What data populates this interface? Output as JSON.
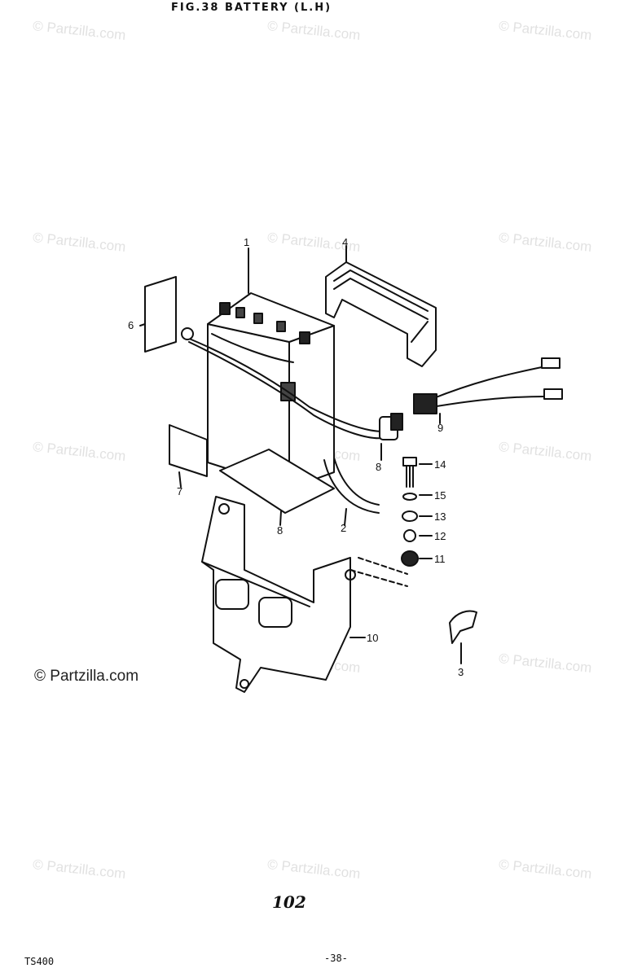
{
  "header": {
    "title": "FIG.38  BATTERY (L.H)"
  },
  "footer": {
    "page_number_italic": "102",
    "model": "TS400",
    "page_marker": "-38-"
  },
  "watermark": {
    "text": "© Partzilla.com"
  },
  "callouts": [
    "1",
    "2",
    "3",
    "4",
    "6",
    "7",
    "8",
    "9",
    "10",
    "11",
    "12",
    "13",
    "14",
    "15",
    "8"
  ],
  "parts": {
    "battery": "1",
    "breather_hose": "2",
    "clamp": "3",
    "holder_band": "4",
    "label_6": "6",
    "label_7": "7",
    "cushion": "8",
    "lead_wire_8": "8",
    "lead_wire_9": "9",
    "battery_case": "10",
    "cushion_11": "11",
    "washer_12": "12",
    "lock_washer_13": "13",
    "bolt_14": "14",
    "washer_15": "15"
  }
}
